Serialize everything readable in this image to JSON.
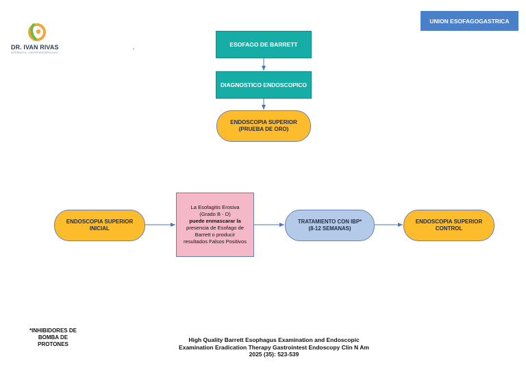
{
  "header": {
    "tag": "UNION ESOFAGOGASTRICA",
    "logo_name": "DR. IVAN RIVAS",
    "logo_sub": "INTERNISTA · GASTROENTEROLOGO"
  },
  "flow": {
    "barrett": "ESOFAGO DE BARRETT",
    "diagnostico": "DIAGNOSTICO ENDOSCOPICO",
    "prueba_line1": "ENDOSCOPIA SUPERIOR",
    "prueba_line2": "(PRUEBA DE ORO)",
    "inicial_line1": "ENDOSCOPIA SUPERIOR",
    "inicial_line2": "INICIAL",
    "note_line1": "La Esofagitis Erosiva",
    "note_line2": "(Grado B - D)",
    "note_line3": "puede enmascarar la",
    "note_line4": "presencia de Esofago de",
    "note_line5": "Barrett o producir",
    "note_line6": "resultados Falsos Positivos",
    "tratamiento_line1": "TRATAMIENTO CON IBP*",
    "tratamiento_line2": "(8-12 SEMANAS)",
    "control_line1": "ENDOSCOPIA SUPERIOR",
    "control_line2": "CONTROL"
  },
  "footer": {
    "footnote_line1": "*INHIBIDORES DE",
    "footnote_line2": "BOMBA DE",
    "footnote_line3": "PROTONES",
    "citation_line1": "High Quality Barrett Esophagus Examination and Endoscopic",
    "citation_line2": "Examination Eradication Therapy Gastrointest Endoscopy Clin N Am",
    "citation_line3": "2025 (35): 523-539"
  },
  "colors": {
    "teal": "#15ada5",
    "gold": "#fdbc2c",
    "light_blue": "#b3cbe9",
    "pink": "#f5b8c9",
    "tag_blue": "#4a7fc9",
    "connector": "#4a76b8"
  }
}
